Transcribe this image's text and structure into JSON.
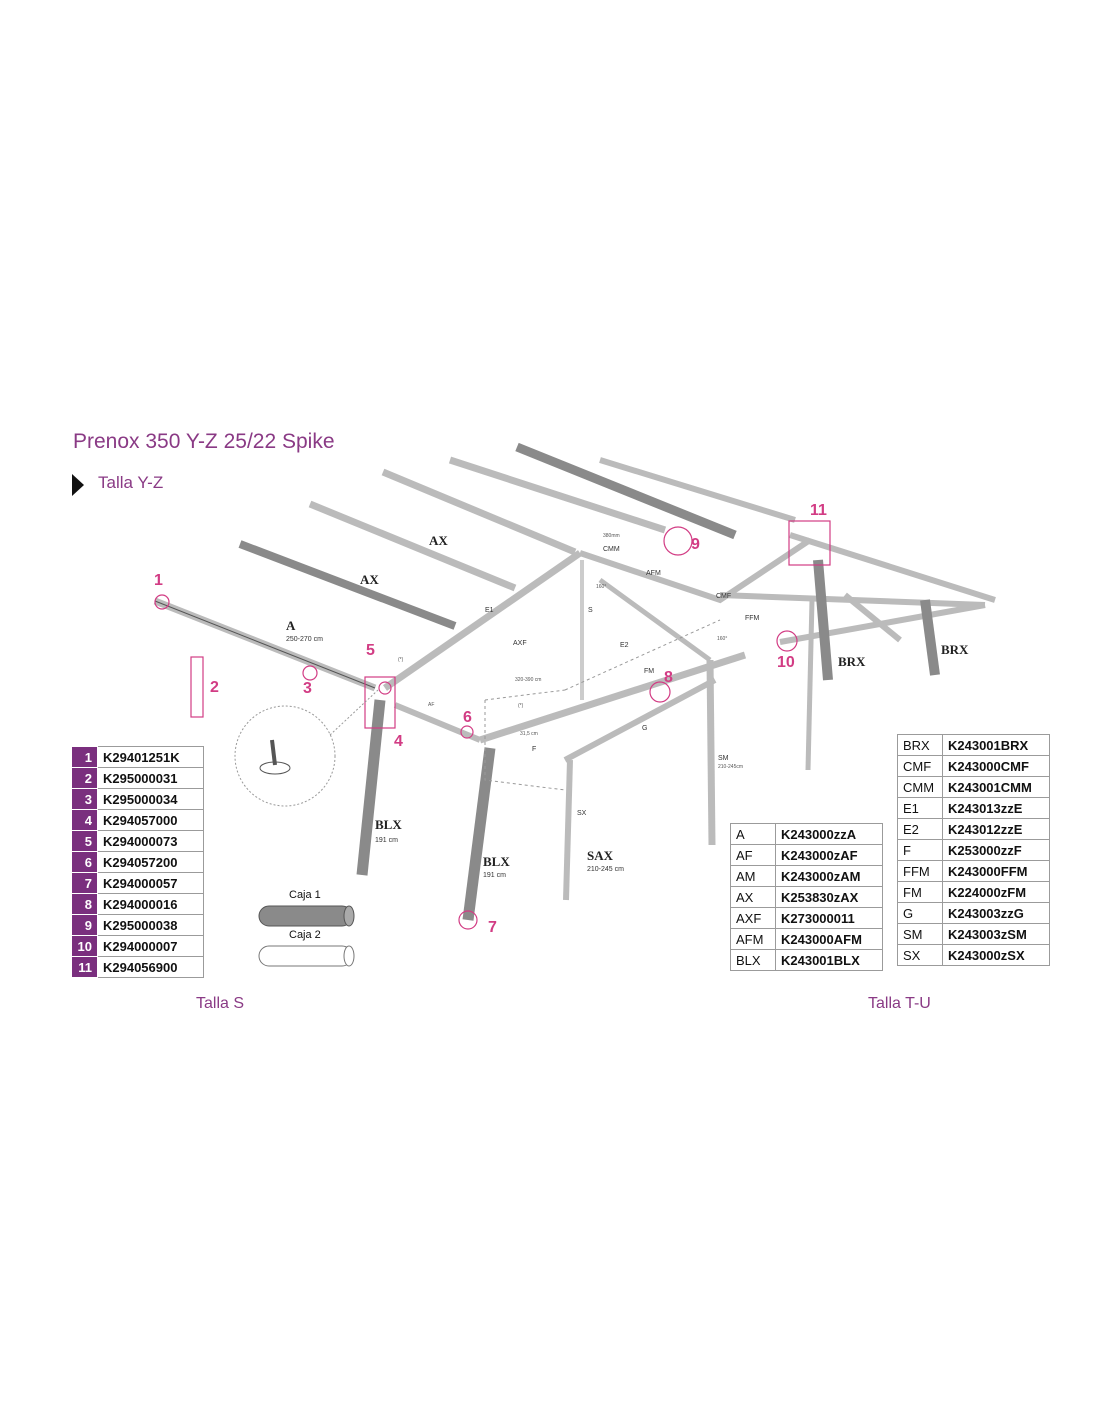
{
  "header": {
    "title": "Prenox 350 Y-Z 25/22 Spike",
    "subtitle": "Talla Y-Z"
  },
  "callouts": [
    "1",
    "2",
    "3",
    "4",
    "5",
    "6",
    "7",
    "8",
    "9",
    "10",
    "11"
  ],
  "pole_labels": {
    "ax1": "AX",
    "ax2": "AX",
    "a": "A",
    "a_size": "250-270 cm",
    "blx1": "BLX",
    "blx1_size": "191 cm",
    "blx2": "BLX",
    "blx2_size": "191 cm",
    "sax": "SAX",
    "sax_size": "210-245 cm",
    "sx": "SX",
    "brx1": "BRX",
    "brx2": "BRX",
    "e1": "E1",
    "e2": "E2",
    "cmm": "CMM",
    "cmf": "CMF",
    "afm": "AFM",
    "ffm": "FFM",
    "axf": "AXF",
    "fm": "FM",
    "s": "S",
    "sm": "SM",
    "sm_size": "210-245cm",
    "g": "G",
    "f": "F",
    "af": "AF",
    "width_dim": "320-390 cm",
    "dim_380": "380mm",
    "dim_315": "31,5 cm",
    "angle1": "160°",
    "angle2": "160°",
    "asterisk1": "(*)",
    "asterisk2": "(*)"
  },
  "legend": {
    "caja1": "Caja 1",
    "caja2": "Caja 2"
  },
  "table_s": {
    "rows": [
      {
        "num": "1",
        "code": "K29401251K"
      },
      {
        "num": "2",
        "code": "K295000031"
      },
      {
        "num": "3",
        "code": "K295000034"
      },
      {
        "num": "4",
        "code": "K294057000"
      },
      {
        "num": "5",
        "code": "K294000073"
      },
      {
        "num": "6",
        "code": "K294057200"
      },
      {
        "num": "7",
        "code": "K294000057"
      },
      {
        "num": "8",
        "code": "K294000016"
      },
      {
        "num": "9",
        "code": "K295000038"
      },
      {
        "num": "10",
        "code": "K294000007"
      },
      {
        "num": "11",
        "code": "K294056900"
      }
    ],
    "footer": "Talla S"
  },
  "table_tu_left": {
    "rows": [
      {
        "key": "A",
        "code": "K243000zzA"
      },
      {
        "key": "AF",
        "code": "K243000zAF"
      },
      {
        "key": "AM",
        "code": "K243000zAM"
      },
      {
        "key": "AX",
        "code": "K253830zAX"
      },
      {
        "key": "AXF",
        "code": "K273000011"
      },
      {
        "key": "AFM",
        "code": "K243000AFM"
      },
      {
        "key": "BLX",
        "code": "K243001BLX"
      }
    ]
  },
  "table_tu_right": {
    "rows": [
      {
        "key": "BRX",
        "code": "K243001BRX"
      },
      {
        "key": "CMF",
        "code": "K243000CMF"
      },
      {
        "key": "CMM",
        "code": "K243001CMM"
      },
      {
        "key": "E1",
        "code": "K243013zzE"
      },
      {
        "key": "E2",
        "code": "K243012zzE"
      },
      {
        "key": "F",
        "code": "K253000zzF"
      },
      {
        "key": "FFM",
        "code": "K243000FFM"
      },
      {
        "key": "FM",
        "code": "K224000zFM"
      },
      {
        "key": "G",
        "code": "K243003zzG"
      },
      {
        "key": "SM",
        "code": "K243003zSM"
      },
      {
        "key": "SX",
        "code": "K243000zSX"
      }
    ],
    "footer": "Talla T-U"
  },
  "colors": {
    "accent": "#8a3a85",
    "callout": "#d23c84",
    "num_cell": "#7a2f7e",
    "pole_grey": "#8a8a8a"
  }
}
